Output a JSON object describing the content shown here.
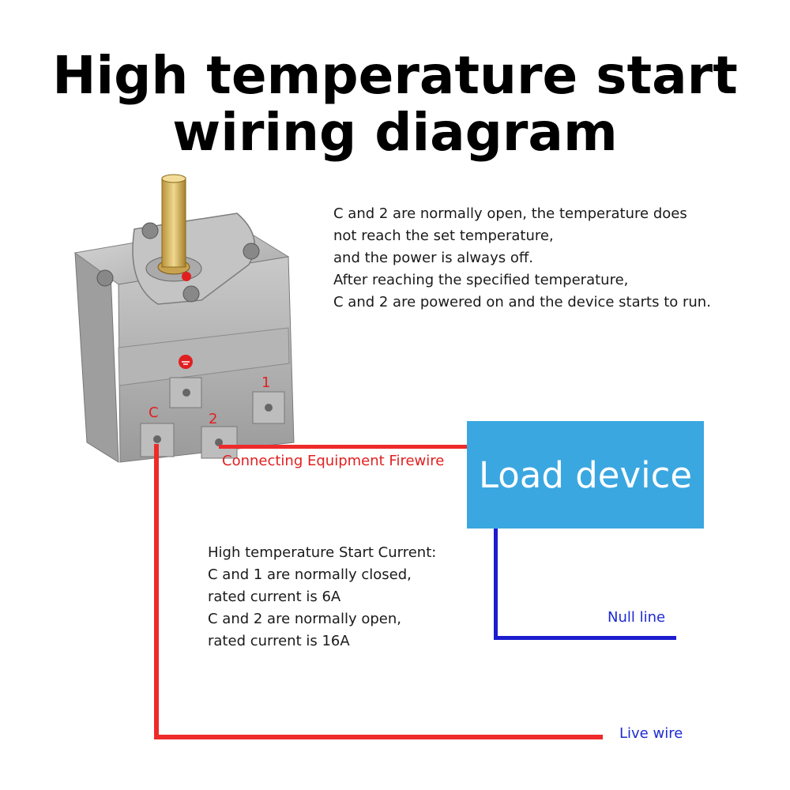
{
  "title": {
    "line1": "High temperature start",
    "line2": "wiring diagram"
  },
  "top_note": [
    "C and 2 are normally open, the temperature does",
    "not reach the set temperature,",
    "and the power is always off.",
    "After reaching the specified temperature,",
    "C and 2 are powered on and the device starts to run."
  ],
  "bottom_note": [
    "High temperature Start Current:",
    "C and 1 are normally closed,",
    "rated current is 6A",
    "C and 2 are normally open,",
    "rated current is 16A"
  ],
  "terminals": {
    "c": "C",
    "one": "1",
    "two": "2"
  },
  "wires": {
    "firewire_label": "Connecting Equipment Firewire",
    "null_label": "Null line",
    "live_label": "Live wire"
  },
  "load_device": "Load device",
  "colors": {
    "live_wire": "#ee2a2a",
    "null_wire": "#1c1ccf",
    "load_box": "#3aa7e0"
  },
  "icons": [
    "thermostat-device",
    "ground-symbol-icon"
  ]
}
